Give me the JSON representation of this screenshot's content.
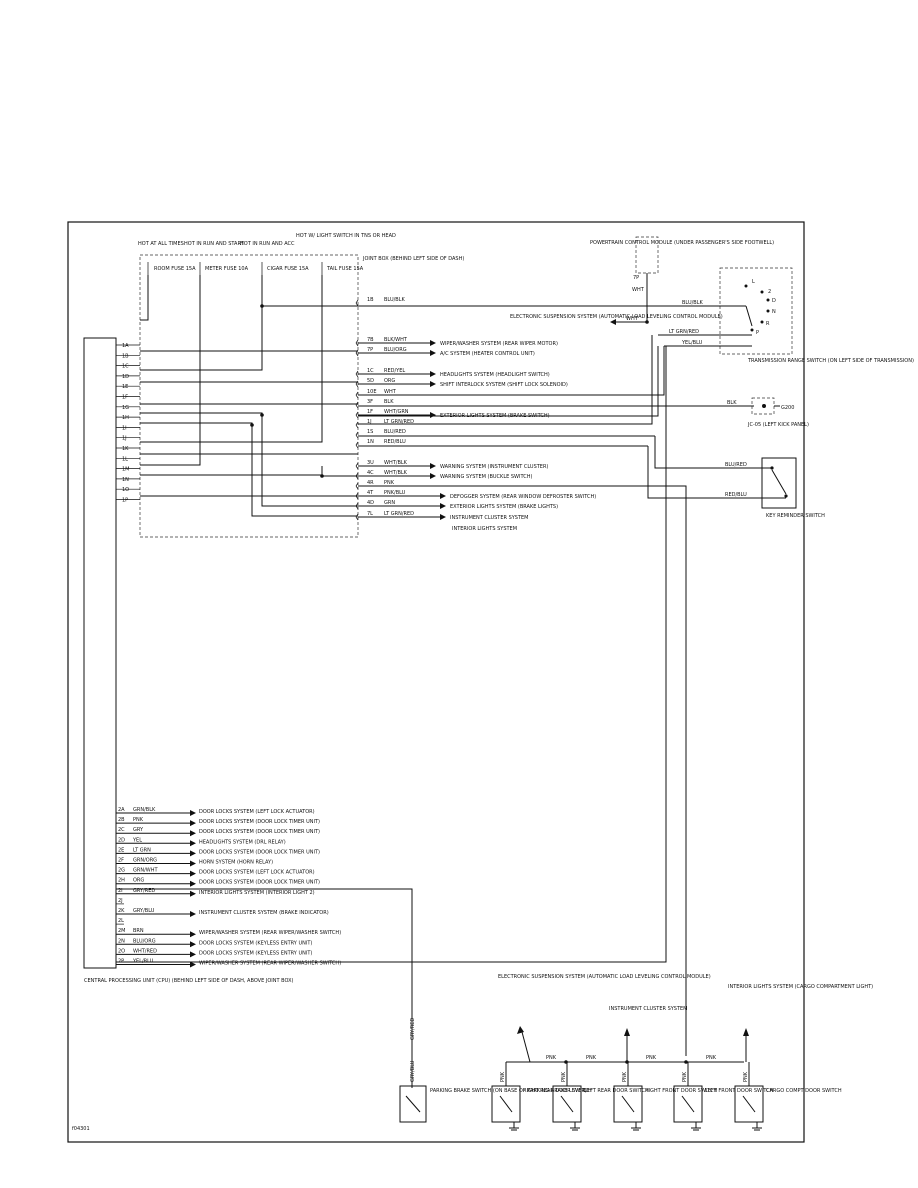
{
  "fuses": [
    {
      "hot": "HOT AT ALL TIMES",
      "label": "ROOM FUSE 15A"
    },
    {
      "hot": "HOT IN RUN AND START",
      "label": "METER FUSE 10A"
    },
    {
      "hot": "HOT IN RUN AND ACC",
      "label": "CIGAR FUSE 15A"
    },
    {
      "hot": "HOT W/ LIGHT SWITCH IN TNS OR HEAD",
      "label": "TAIL FUSE 15A"
    }
  ],
  "joint_box": "JOINT BOX (BEHIND LEFT SIDE OF DASH)",
  "cpu": "CENTRAL PROCESSING UNIT (CPU) (BEHIND LEFT SIDE OF DASH, ABOVE JOINT BOX)",
  "pins_left": [
    "1A",
    "1B",
    "1C",
    "1D",
    "1E",
    "1F",
    "1G",
    "1H",
    "1I",
    "1J",
    "1K",
    "1L",
    "1M",
    "1N",
    "1O",
    "1P"
  ],
  "joint_rows": [
    {
      "pin": "1B",
      "wire": "BLU/BLK",
      "dest": ""
    },
    {
      "pin": "7B",
      "wire": "BLK/WHT",
      "dest": "WIPER/WASHER SYSTEM (REAR WIPER MOTOR)"
    },
    {
      "pin": "7P",
      "wire": "BLU/ORG",
      "dest": "A/C SYSTEM (HEATER CONTROL UNIT)"
    },
    {
      "pin": "1C",
      "wire": "RED/YEL",
      "dest": "HEADLIGHTS SYSTEM (HEADLIGHT SWITCH)"
    },
    {
      "pin": "5D",
      "wire": "ORG",
      "dest": "SHIFT INTERLOCK SYSTEM (SHIFT LOCK SOLENOID)"
    },
    {
      "pin": "10E",
      "wire": "WHT",
      "dest": ""
    },
    {
      "pin": "3F",
      "wire": "BLK",
      "dest": ""
    },
    {
      "pin": "1F",
      "wire": "WHT/GRN",
      "dest": "EXTERIOR LIGHTS SYSTEM (BRAKE SWITCH)"
    },
    {
      "pin": "1J",
      "wire": "LT GRN/RED",
      "dest": ""
    },
    {
      "pin": "1S",
      "wire": "BLU/RED",
      "dest": ""
    },
    {
      "pin": "1N",
      "wire": "RED/BLU",
      "dest": ""
    },
    {
      "pin": "3U",
      "wire": "WHT/BLK",
      "dest": "WARNING SYSTEM (INSTRUMENT CLUSTER)"
    },
    {
      "pin": "4C",
      "wire": "WHT/BLK",
      "dest": "WARNING SYSTEM (BUCKLE SWITCH)"
    },
    {
      "pin": "4R",
      "wire": "PNK",
      "dest": ""
    },
    {
      "pin": "4T",
      "wire": "PNK/BLU",
      "dest": "DEFOGGER SYSTEM (REAR WINDOW DEFROSTER SWITCH)"
    },
    {
      "pin": "4D",
      "wire": "GRN",
      "dest": "EXTERIOR LIGHTS SYSTEM (BRAKE LIGHTS)"
    },
    {
      "pin": "7L",
      "wire": "LT GRN/RED",
      "dest": "INSTRUMENT CLUSTER SYSTEM"
    }
  ],
  "joint_extra": "INTERIOR LIGHTS SYSTEM",
  "pcm": "POWERTRAIN CONTROL MODULE (UNDER PASSENGER'S SIDE FOOTWELL)",
  "pcm_pin": "7P",
  "pcm_wire": "WHT",
  "ess": "ELECTRONIC SUSPENSION SYSTEM (AUTOMATIC LOAD LEVELING CONTROL MODULE)",
  "ess_wire": "WHT",
  "trs": "TRANSMISSION RANGE SWITCH (ON LEFT SIDE OF TRANSMISSION)",
  "trs_positions": [
    "L",
    "2",
    "D",
    "N",
    "R",
    "P"
  ],
  "trs_wires": [
    "BLU/BLK",
    "LT GRN/RED",
    "YEL/BLU"
  ],
  "ground": {
    "wire": "BLK",
    "id": "G200",
    "conn": "JC-05 (LEFT KICK PANEL)"
  },
  "key_switch": {
    "label": "KEY REMINDER SWITCH",
    "wires": [
      "BLU/RED",
      "RED/BLU"
    ]
  },
  "cpu_rows": [
    {
      "pin": "2A",
      "wire": "GRN/BLK",
      "dest": "DOOR LOCKS SYSTEM (LEFT LOCK ACTUATOR)"
    },
    {
      "pin": "2B",
      "wire": "PNK",
      "dest": "DOOR LOCKS SYSTEM (DOOR LOCK TIMER UNIT)"
    },
    {
      "pin": "2C",
      "wire": "GRY",
      "dest": "DOOR LOCKS SYSTEM (DOOR LOCK TIMER UNIT)"
    },
    {
      "pin": "2D",
      "wire": "YEL",
      "dest": "HEADLIGHTS SYSTEM (DRL RELAY)"
    },
    {
      "pin": "2E",
      "wire": "LT GRN",
      "dest": "DOOR LOCKS SYSTEM (DOOR LOCK TIMER UNIT)"
    },
    {
      "pin": "2F",
      "wire": "GRN/ORG",
      "dest": "HORN SYSTEM (HORN RELAY)"
    },
    {
      "pin": "2G",
      "wire": "GRN/WHT",
      "dest": "DOOR LOCKS SYSTEM (LEFT LOCK ACTUATOR)"
    },
    {
      "pin": "2H",
      "wire": "ORG",
      "dest": "DOOR LOCKS SYSTEM (DOOR LOCK TIMER UNIT)"
    },
    {
      "pin": "2I",
      "wire": "GRY/RED",
      "dest": "INTERIOR LIGHTS SYSTEM (INTERIOR LIGHT 2)"
    },
    {
      "pin": "2J",
      "wire": "",
      "dest": ""
    },
    {
      "pin": "2K",
      "wire": "GRY/BLU",
      "dest": "INSTRUMENT CLUSTER SYSTEM (BRAKE INDICATOR)"
    },
    {
      "pin": "2L",
      "wire": "",
      "dest": ""
    },
    {
      "pin": "2M",
      "wire": "BRN",
      "dest": "WIPER/WASHER SYSTEM (REAR WIPER/WASHER SWITCH)"
    },
    {
      "pin": "2N",
      "wire": "BLU/ORG",
      "dest": "DOOR LOCKS SYSTEM (KEYLESS ENTRY UNIT)"
    },
    {
      "pin": "2O",
      "wire": "WHT/RED",
      "dest": "DOOR LOCKS SYSTEM (KEYLESS ENTRY UNIT)"
    },
    {
      "pin": "2P",
      "wire": "YEL/BLU",
      "dest": "WIPER/WASHER SYSTEM (REAR WIPER/WASHER SWITCH)"
    }
  ],
  "door_switches": [
    {
      "label": "RIGHT REAR DOOR SWITCH",
      "wire": "PNK"
    },
    {
      "label": "LEFT REAR DOOR SWITCH",
      "wire": "PNK"
    },
    {
      "label": "RIGHT FRONT DOOR SWITCH",
      "wire": "PNK"
    },
    {
      "label": "LEFT FRONT DOOR SWITCH",
      "wire": "PNK"
    },
    {
      "label": "CARGO COMPT DOOR SWITCH",
      "wire": "PNK"
    }
  ],
  "parking_brake": {
    "label": "PARKING BRAKE SWITCH (ON BASE OF PARKING BRAKE LEVER)",
    "wire_top": "GRY/RED",
    "wire_bottom": "GRY/BLU"
  },
  "bottom_targets": [
    {
      "label": "ELECTRONIC SUSPENSION SYSTEM (AUTOMATIC LOAD LEVELING CONTROL MODULE)",
      "wire": "PNK"
    },
    {
      "label": "INSTRUMENT CLUSTER SYSTEM",
      "wire": "PNK"
    },
    {
      "label": "INTERIOR LIGHTS SYSTEM (CARGO COMPARTMENT LIGHT)",
      "wire": "PNK"
    }
  ],
  "bus_wire": "PNK",
  "figure_id": "f04301"
}
